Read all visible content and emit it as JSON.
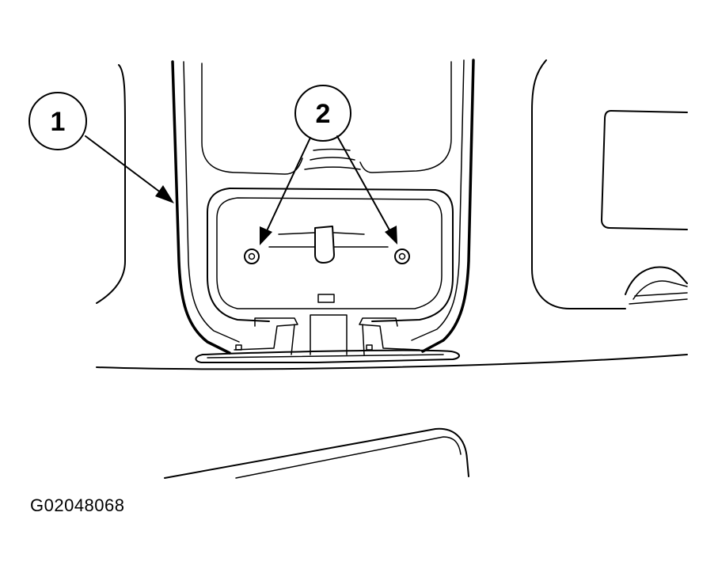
{
  "callouts": [
    {
      "id": "1",
      "label": "1"
    },
    {
      "id": "2",
      "label": "2"
    }
  ],
  "figure_id": "G02048068",
  "colors": {
    "line": "#000000",
    "background": "#ffffff"
  }
}
